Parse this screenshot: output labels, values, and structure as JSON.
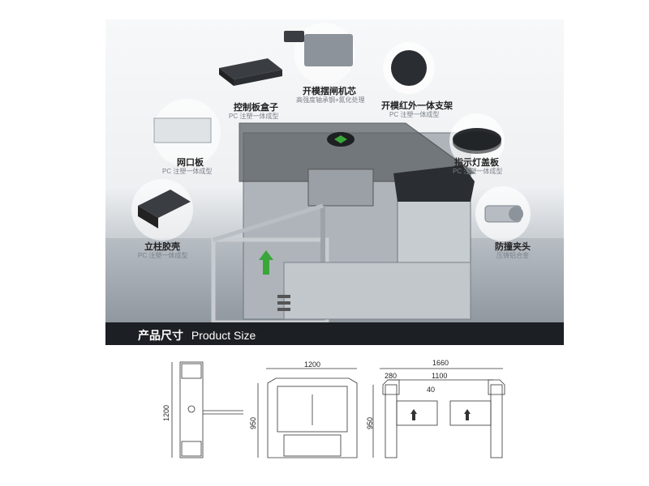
{
  "product_parts": [
    {
      "title": "开模摆闸机芯",
      "subtitle": "高强度轴承钢+氮化处理"
    },
    {
      "title": "控制板盒子",
      "subtitle": "PC 注塑一体成型"
    },
    {
      "title": "开模红外一体支架",
      "subtitle": "PC 注塑一体成型"
    },
    {
      "title": "网口板",
      "subtitle": "PC 注塑一体成型"
    },
    {
      "title": "指示灯盖板",
      "subtitle": "PC 注塑一体成型"
    },
    {
      "title": "立柱胶壳",
      "subtitle": "PC 注塑一体成型"
    },
    {
      "title": "防撞夹头",
      "subtitle": "压铸铝合金"
    }
  ],
  "section_header": {
    "cn": "产品尺寸",
    "en": "Product Size"
  },
  "dimensions": {
    "side_height": "1200",
    "front_width": "1200",
    "front_height": "950",
    "top_total": "1660",
    "top_post": "280",
    "top_gap": "1100",
    "top_offset": "40",
    "top_height": "950"
  },
  "colors": {
    "band": "#1c1f24",
    "arrow": "#3aa63a",
    "steel": "#b9bec4",
    "dark_cap": "#2a2d31"
  }
}
